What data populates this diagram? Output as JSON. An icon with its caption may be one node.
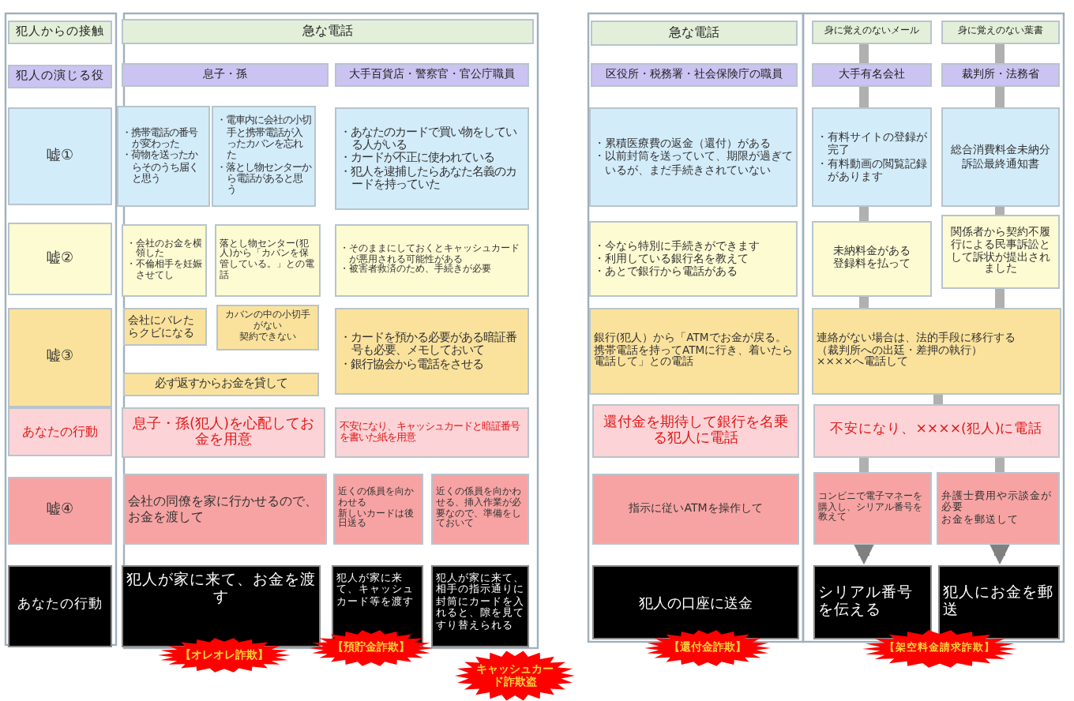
{
  "diagram": {
    "nodes": [
      {
        "text": [
          "犯人からの接触"
        ]
      },
      {
        "text": [
          "急な電話"
        ]
      },
      {
        "text": [
          "急な電話"
        ]
      },
      {
        "text": [
          "身に覚えのないメール"
        ]
      },
      {
        "text": [
          "身に覚えのない葉書"
        ]
      },
      {
        "text": [
          "犯人の演じる役"
        ]
      },
      {
        "text": [
          "息子・孫"
        ]
      },
      {
        "text": [
          "大手百貨店・警察官・官公庁職員"
        ]
      },
      {
        "text": [
          "区役所・税務署・社会保険庁の職員"
        ]
      },
      {
        "text": [
          "大手有名会社"
        ]
      },
      {
        "text": [
          "裁判所・法務省"
        ]
      },
      {
        "text": [
          "嘘①"
        ]
      },
      {
        "text": [
          "・携帯電話の番号が変わった",
          "・荷物を送ったからそのうち届くと思う"
        ]
      },
      {
        "text": [
          "・電車内に会社の小切手と携帯電話が入ったカバンを忘れた",
          "・落とし物センターから電話があると思う"
        ]
      },
      {
        "text": [
          "・あなたのカードで買い物をしている人がいる",
          "・カードが不正に使われている",
          "・犯人を逮捕したらあなた名義のカードを持っていた"
        ]
      },
      {
        "text": [
          "・累積医療費の返金（還付）がある",
          "・以前封筒を送っていて、期限が過ぎているが、まだ手続きされていない"
        ]
      },
      {
        "text": [
          "・有料サイトの登録が完了",
          "・有料動画の閲覧記録があります"
        ]
      },
      {
        "text": [
          "総合消費料金未納分訴訟最終通知書"
        ]
      },
      {
        "text": [
          "嘘②"
        ]
      },
      {
        "text": [
          "・会社のお金を横領した",
          "・不倫相手を妊娠させてし"
        ]
      },
      {
        "text": [
          "落とし物センター(犯人)から「カバンを保管している。」との電話"
        ]
      },
      {
        "text": [
          "・そのままにしておくとキャッシュカードが悪用される可能性がある",
          "・被害者救済のため、手続きが必要"
        ]
      },
      {
        "text": [
          "・今なら特別に手続きができます",
          "・利用している銀行名を教えて",
          "・あとで銀行から電話がある"
        ]
      },
      {
        "text": [
          "未納料金がある",
          "登録料を払って"
        ]
      },
      {
        "text": [
          "関係者から契約不履行による民事訴訟として訴状が提出されました"
        ]
      },
      {
        "text": [
          "嘘③"
        ]
      },
      {
        "text": [
          "会社にバレたらクビになる"
        ]
      },
      {
        "text": [
          "カバンの中の小切手がない",
          "契約できない"
        ]
      },
      {
        "text": [
          "・カードを預かる必要がある暗証番号も必要、メモしておいて",
          "・銀行協会から電話をさせる"
        ]
      },
      {
        "text": [
          "銀行(犯人）から「ATMでお金が戻る。携帯電話を持ってATMに行き、着いたら電話して」との電話"
        ]
      },
      {
        "text": [
          "連絡がない場合は、法的手段に移行する",
          "（裁判所への出廷・差押の執行）",
          "××××へ電話して"
        ]
      },
      {
        "text": [
          "必ず返すからお金を貸して"
        ]
      },
      {
        "text": [
          "あなたの行動"
        ]
      },
      {
        "text": [
          "息子・孫(犯人)を心配してお金を用意"
        ]
      },
      {
        "text": [
          "不安になり、キャッシュカードと暗証番号を書いた紙を用意"
        ]
      },
      {
        "text": [
          "還付金を期待して銀行を名乗る犯人に電話"
        ]
      },
      {
        "text": [
          "不安になり、××××(犯人)に電話"
        ]
      },
      {
        "text": [
          "嘘④"
        ]
      },
      {
        "text": [
          "会社の同僚を家に行かせるので、お金を渡して"
        ]
      },
      {
        "text": [
          "近くの係員を向かわせる",
          "新しいカードは後日送る"
        ]
      },
      {
        "text": [
          "近くの係員を向かわせる、挿入作業が必要なので、準備をしておいて"
        ]
      },
      {
        "text": [
          "指示に従いATMを操作して"
        ]
      },
      {
        "text": [
          "コンビニで電子マネーを購入し、シリアル番号を教えて"
        ]
      },
      {
        "text": [
          "弁護士費用や示談金が必要",
          "お金を郵送して"
        ]
      },
      {
        "text": [
          "あなたの行動"
        ]
      },
      {
        "text": [
          "犯人が家に来て、お金を渡す"
        ]
      },
      {
        "text": [
          "犯人が家に来て、キャッシュカード等を渡す"
        ]
      },
      {
        "text": [
          "犯人が家に来て、相手の指示通りに封筒にカードを入れると、隙を見てすり替えられる"
        ]
      },
      {
        "text": [
          "犯人の口座に送金"
        ]
      },
      {
        "text": [
          "シリアル番号を伝える"
        ]
      },
      {
        "text": [
          "犯人にお金を郵送"
        ]
      },
      {
        "text": [
          "【オレオレ詐欺】"
        ]
      },
      {
        "text": [
          "【預貯金詐欺】"
        ]
      },
      {
        "text": [
          "キャッシュカード詐欺盗"
        ]
      },
      {
        "text": [
          "【還付金詐欺】"
        ]
      },
      {
        "text": [
          "【架空料金請求詐欺】"
        ]
      }
    ],
    "edges": [
      {
        "from": 3,
        "to": 9,
        "arrow": "none"
      },
      {
        "from": 9,
        "to": 16,
        "arrow": "none"
      },
      {
        "from": 16,
        "to": 23,
        "arrow": "none"
      },
      {
        "from": 23,
        "to": 30,
        "arrow": "none"
      },
      {
        "from": 4,
        "to": 10,
        "arrow": "none"
      },
      {
        "from": 10,
        "to": 17,
        "arrow": "none"
      },
      {
        "from": 17,
        "to": 24,
        "arrow": "none"
      },
      {
        "from": 24,
        "to": 30,
        "arrow": "none"
      },
      {
        "from": 30,
        "to": 36,
        "arrow": "none"
      },
      {
        "from": 36,
        "to": 42,
        "arrow": "none"
      },
      {
        "from": 36,
        "to": 43,
        "arrow": "none"
      },
      {
        "from": 42,
        "to": 49,
        "arrow": "to"
      },
      {
        "from": 43,
        "to": 50,
        "arrow": "to"
      }
    ]
  }
}
